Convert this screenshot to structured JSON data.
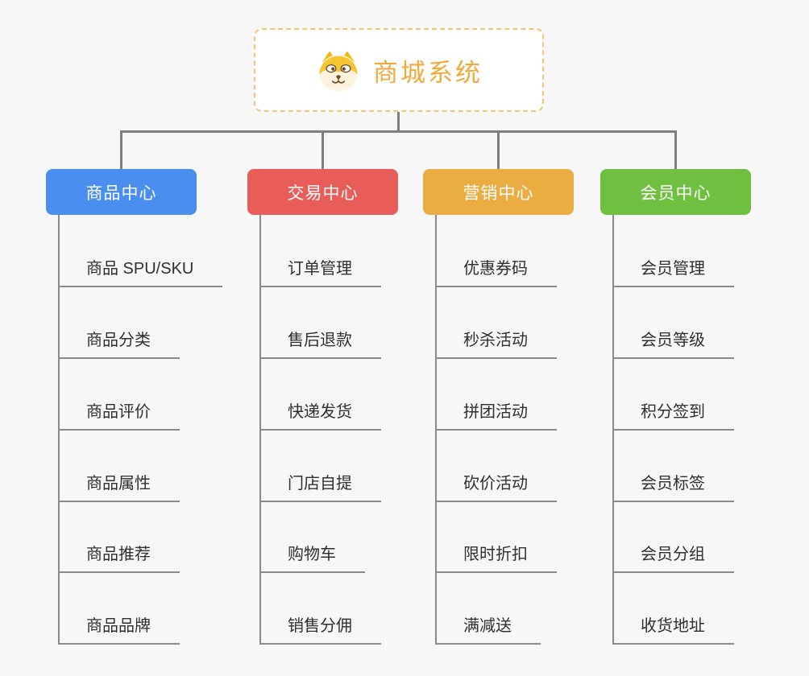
{
  "page": {
    "background_color": "#f7f7f7",
    "connector_color": "#7f7f7f",
    "underline_color": "#8a8a8a"
  },
  "root": {
    "title": "商城系统",
    "icon": "dog-face-icon",
    "title_color": "#f2a93c",
    "border_color": "#f6c36f"
  },
  "branches": [
    {
      "label": "商品中心",
      "color": "#4a8ff0",
      "items": [
        "商品 SPU/SKU",
        "商品分类",
        "商品评价",
        "商品属性",
        "商品推荐",
        "商品品牌"
      ]
    },
    {
      "label": "交易中心",
      "color": "#e85d58",
      "items": [
        "订单管理",
        "售后退款",
        "快递发货",
        "门店自提",
        "购物车",
        "销售分佣"
      ]
    },
    {
      "label": "营销中心",
      "color": "#ebac42",
      "items": [
        "优惠券码",
        "秒杀活动",
        "拼团活动",
        "砍价活动",
        "限时折扣",
        "满减送"
      ]
    },
    {
      "label": "会员中心",
      "color": "#6fbf40",
      "items": [
        "会员管理",
        "会员等级",
        "积分签到",
        "会员标签",
        "会员分组",
        "收货地址"
      ]
    }
  ]
}
